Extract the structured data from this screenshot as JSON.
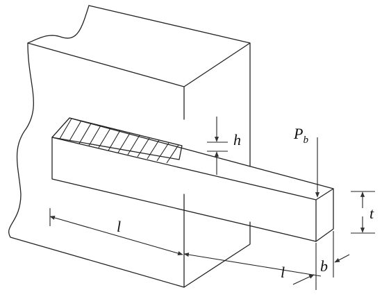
{
  "labels": {
    "weld_leg": "h",
    "load": "P",
    "load_subscript": "b",
    "bar_thickness": "t",
    "weld_length_front": "l",
    "weld_length_back": "l",
    "bar_width": "b"
  }
}
